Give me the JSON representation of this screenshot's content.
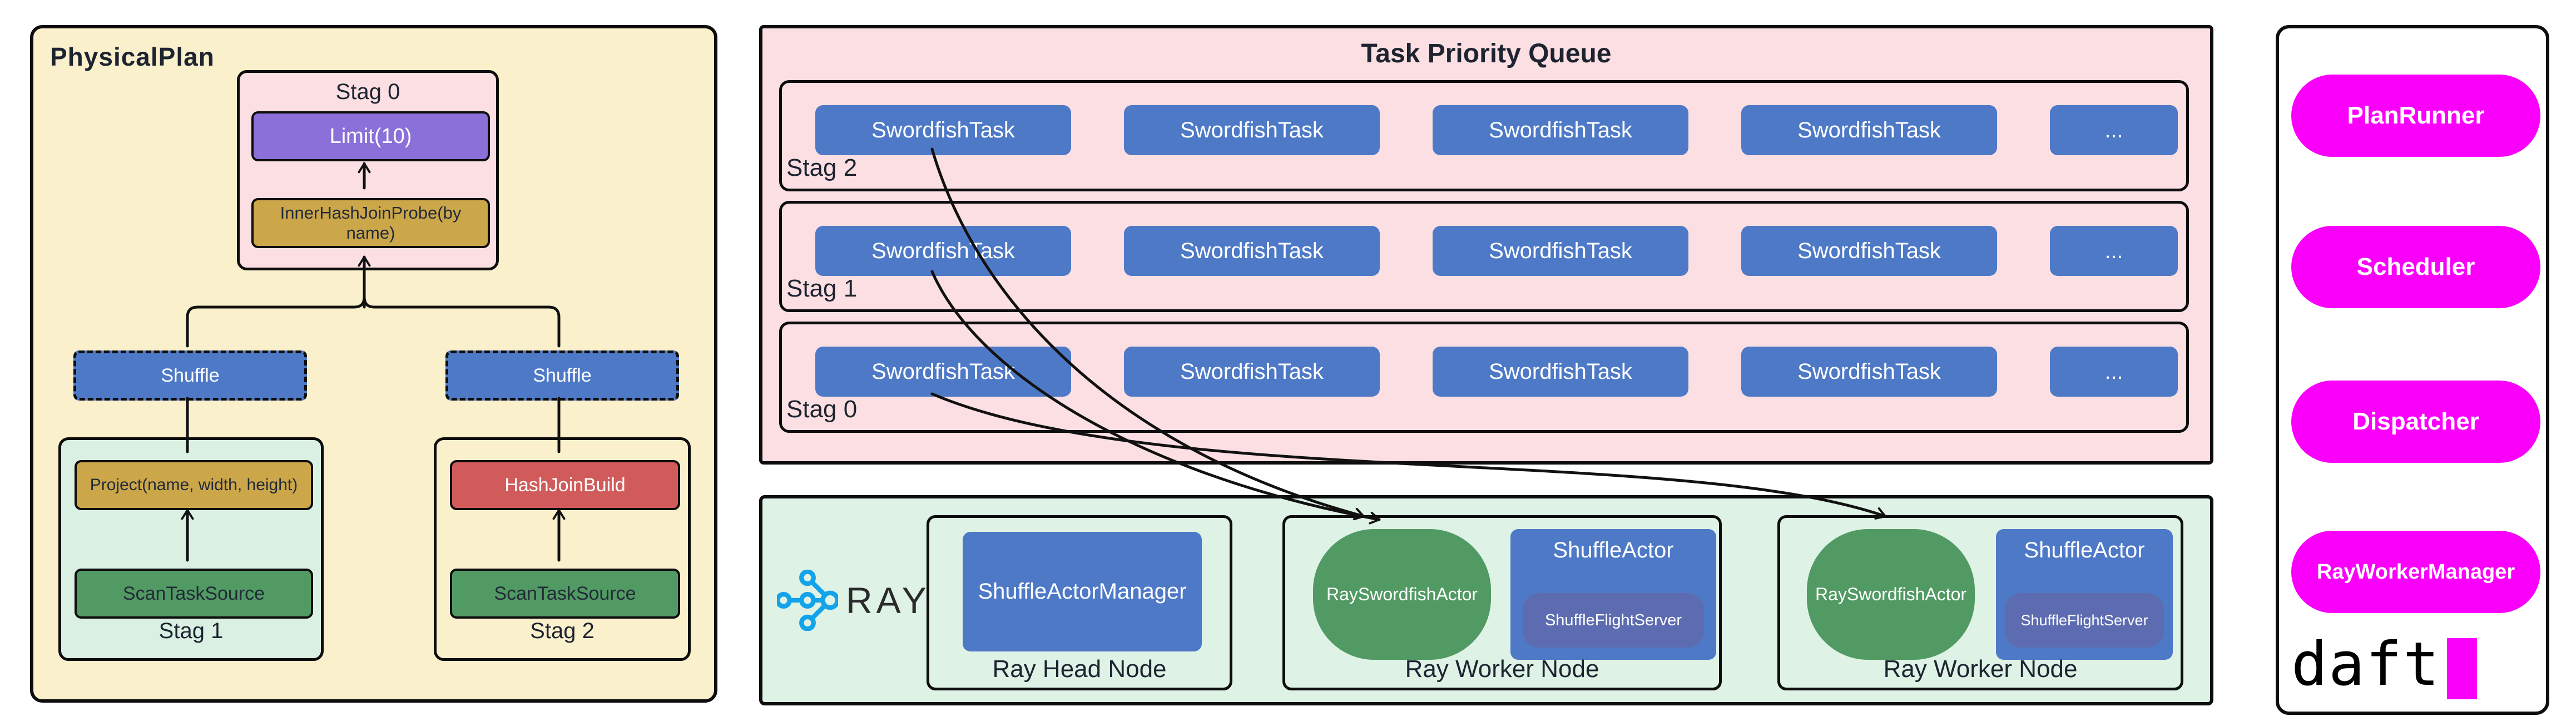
{
  "colors": {
    "cream_panel": "#faf0cc",
    "pink_panel": "#fcdfe2",
    "mint_panel": "#def2e6",
    "task_blue": "#4e79c7",
    "limit_purple": "#8a70d8",
    "probe_gold": "#cca74a",
    "build_red": "#d15b5b",
    "scan_green": "#519a63",
    "flight_slate": "#5d6cb0",
    "pill_magenta": "#fa00fa",
    "ray_logo_blue": "#13a3ea",
    "ink": "#1d2430"
  },
  "physical_plan": {
    "title": "PhysicalPlan",
    "stage0": {
      "label": "Stag 0",
      "limit": "Limit(10)",
      "probe": "InnerHashJoinProbe(by name)"
    },
    "shuffles": [
      "Shuffle",
      "Shuffle"
    ],
    "stage1": {
      "label": "Stag 1",
      "project": "Project(name, width, height)",
      "scan": "ScanTaskSource"
    },
    "stage2": {
      "label": "Stag 2",
      "build": "HashJoinBuild",
      "scan": "ScanTaskSource"
    }
  },
  "task_queue": {
    "title": "Task Priority Queue",
    "rows": [
      {
        "label": "Stag 2",
        "tasks": [
          "SwordfishTask",
          "SwordfishTask",
          "SwordfishTask",
          "SwordfishTask",
          "..."
        ]
      },
      {
        "label": "Stag 1",
        "tasks": [
          "SwordfishTask",
          "SwordfishTask",
          "SwordfishTask",
          "SwordfishTask",
          "..."
        ]
      },
      {
        "label": "Stag 0",
        "tasks": [
          "SwordfishTask",
          "SwordfishTask",
          "SwordfishTask",
          "SwordfishTask",
          "..."
        ]
      }
    ]
  },
  "ray_cluster": {
    "logo": "RAY",
    "head_node": {
      "label": "Ray Head Node",
      "manager": "ShuffleActorManager"
    },
    "worker_nodes": [
      {
        "label": "Ray Worker Node",
        "actor": "RaySwordfishActor",
        "shuffle_actor": "ShuffleActor",
        "flight_server": "ShuffleFlightServer"
      },
      {
        "label": "Ray Worker Node",
        "actor": "RaySwordfishActor",
        "shuffle_actor": "ShuffleActor",
        "flight_server": "ShuffleFlightServer"
      }
    ]
  },
  "legend": {
    "pills": [
      "PlanRunner",
      "Scheduler",
      "Dispatcher",
      "RayWorkerManager"
    ],
    "logo_text": "daft"
  }
}
